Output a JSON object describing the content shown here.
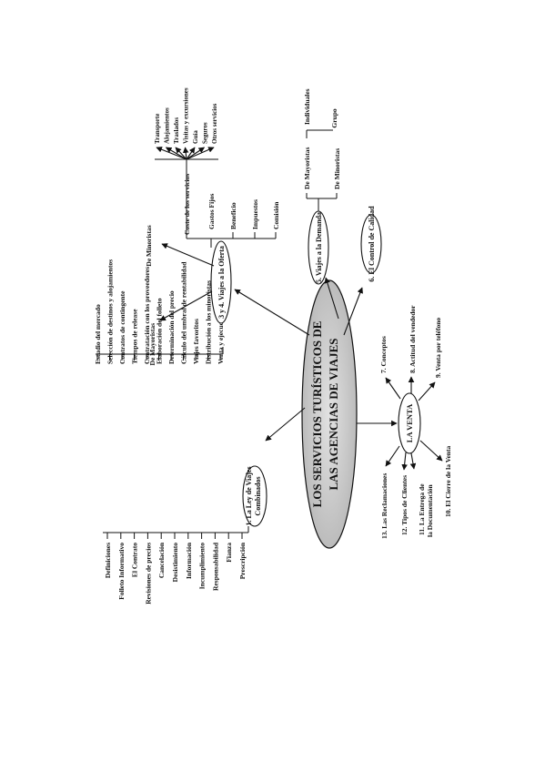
{
  "center": {
    "line1": "LOS SERVICIOS TURÍSTICOS DE",
    "line2": "LAS AGENCIAS DE VIAJES"
  },
  "nodes": {
    "ley": {
      "line1": "1. La Ley de Viajes",
      "line2": "Combinados"
    },
    "viajes_oferta": {
      "label": "3 y 4. Viajes a la Oferta"
    },
    "viajes_demanda": {
      "label": "5. Viajes a la Demanda"
    },
    "control_calidad": {
      "label": "6. El Control de Calidad"
    },
    "venta": {
      "label": "LA VENTA"
    }
  },
  "ley_items": [
    "Definiciones",
    "Folleto Informativo",
    "El Contrato",
    "Revisiones de precios",
    "Cancelación",
    "Desistimiento",
    "Información",
    "Incumplimiento",
    "Responsabilidad",
    "Fianza",
    "Prescripción"
  ],
  "process_items": [
    "Estudio del mercado",
    "Selección de destinos y alojamientos",
    "Contratos de contingente",
    "Tiempos de release",
    "Contratación con los proveedores",
    "Elaboración del folleto",
    "Determinación del precio",
    "Cálculo del umbral de rentabilidad",
    "Viajes favoritos",
    "Distribución a los minoristas",
    "Venta y ejecución"
  ],
  "oferta_children": {
    "mayorista": "De Mayoristas",
    "minorista": "De Minoristas"
  },
  "coste_group": {
    "label": "Coste de los servicios",
    "items": [
      "Transporte",
      "Alojamientos",
      "Traslados",
      "Visitas y excursiones",
      "Guía",
      "Seguros",
      "Otros servicios"
    ]
  },
  "cost_items": [
    "Gastos Fijos",
    "Beneficio",
    "Impuestos",
    "Comisión"
  ],
  "demanda_children": {
    "mayorista": "De Mayoristas",
    "minorista": "De Minoristas",
    "individuales": "Individuales",
    "grupo": "Grupo"
  },
  "venta_items": {
    "conceptos": "7. Conceptos",
    "actitud": "8. Actitud del vendedor",
    "telefono": "9. Venta por teléfono",
    "cierre": "10. El Cierre de la Venta",
    "entrega_line1": "11. La Entrega de",
    "entrega_line2": "la Documentación",
    "tipos": "12. Tipos de Clientes",
    "reclamaciones": "13. Las Reclamaciones"
  }
}
